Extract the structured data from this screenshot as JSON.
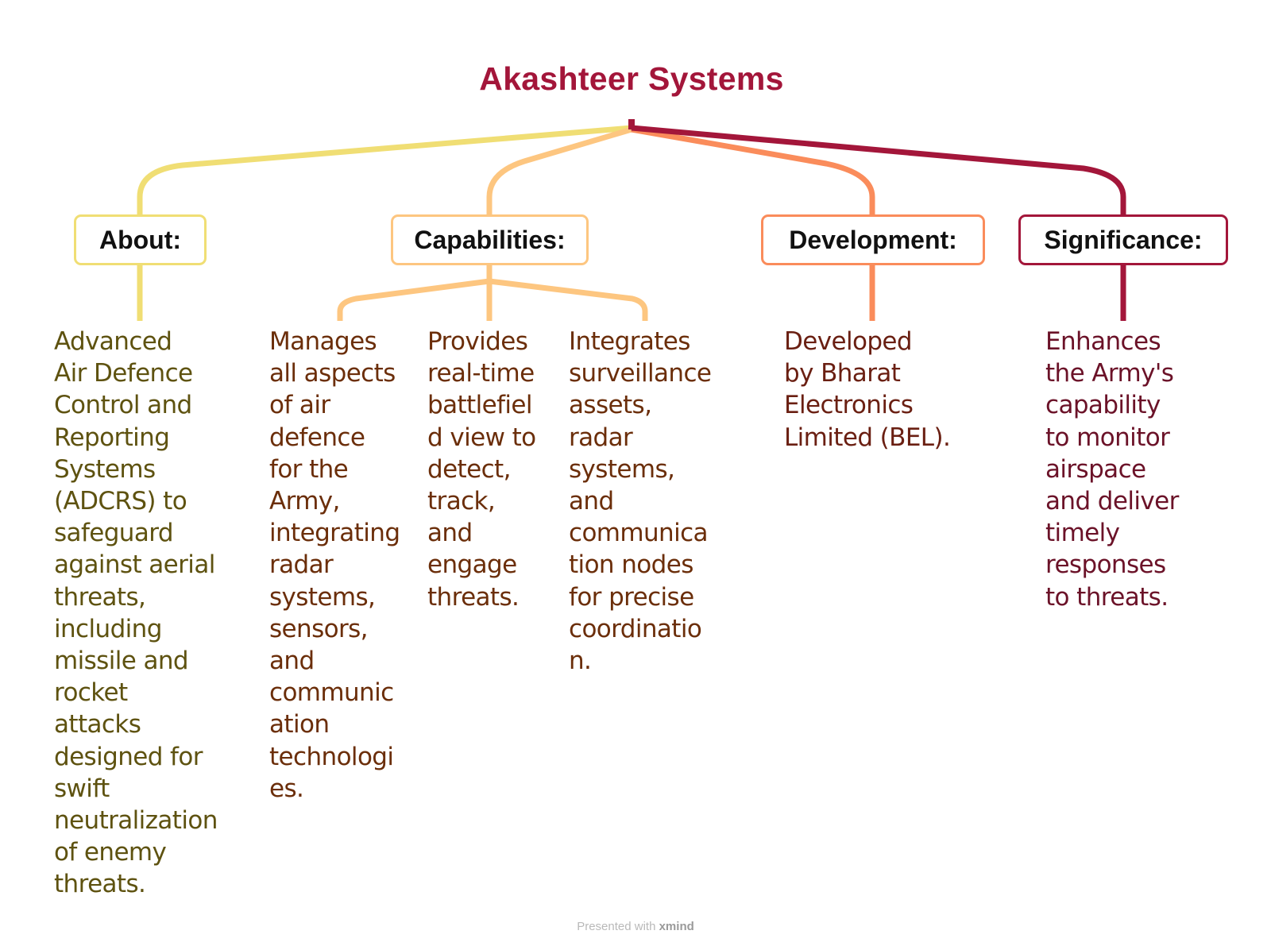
{
  "title": "Akashteer Systems",
  "colors": {
    "title": "#a3163a",
    "about": "#f0de74",
    "capabilities": "#fdc680",
    "development": "#fa8c5b",
    "significance": "#a3163a"
  },
  "topics": {
    "about": {
      "label": "About:",
      "details": [
        "Advanced\nAir Defence\nControl and\nReporting\nSystems\n(ADCRS) to\nsafeguard\nagainst aerial\nthreats,\nincluding\nmissile and\nrocket\nattacks\ndesigned for\nswift\nneutralization\n of enemy\nthreats."
      ]
    },
    "capabilities": {
      "label": "Capabilities:",
      "details": [
        "Manages\nall aspects\nof air\ndefence\nfor the\nArmy,\nintegrating\n radar\nsystems,\nsensors,\nand\ncommunic\nation\ntechnologi\nes.",
        "Provides\nreal-time\nbattlefiel\nd view to\ndetect,\ntrack,\nand\nengage\nthreats.",
        "Integrates\nsurveillance\n assets,\nradar\nsystems,\nand\ncommunica\ntion nodes\nfor precise\ncoordinatio\nn."
      ]
    },
    "development": {
      "label": "Development:",
      "details": [
        "Developed\nby Bharat\nElectronics\nLimited (BEL)."
      ]
    },
    "significance": {
      "label": "Significance:",
      "details": [
        "Enhances\nthe Army's\ncapability\nto monitor\nairspace\nand deliver\ntimely\nresponses\nto threats."
      ]
    }
  },
  "footer": {
    "prefix": "Presented with ",
    "brand": "xmind"
  }
}
